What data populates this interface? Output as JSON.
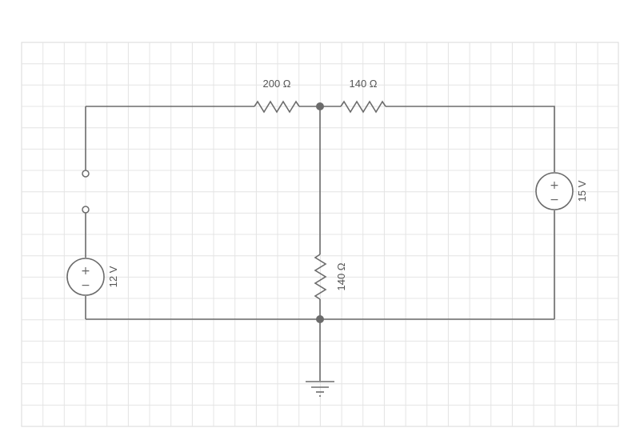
{
  "colors": {
    "background": "#ffffff",
    "grid": "#e4e4e4",
    "grid_border": "#d8d8d8",
    "wire": "#6b6b6b",
    "node": "#6b6b6b",
    "label": "#555555"
  },
  "resistors": {
    "r1": {
      "value": "200 Ω"
    },
    "r2": {
      "value": "140 Ω"
    },
    "r3": {
      "value": "140 Ω"
    }
  },
  "sources": {
    "left": {
      "value": "12 V",
      "plus": "+",
      "minus": "−"
    },
    "right": {
      "value": "15 V",
      "plus": "+",
      "minus": "−"
    }
  },
  "switch": {
    "state": "open"
  },
  "ground": {
    "present": true
  }
}
